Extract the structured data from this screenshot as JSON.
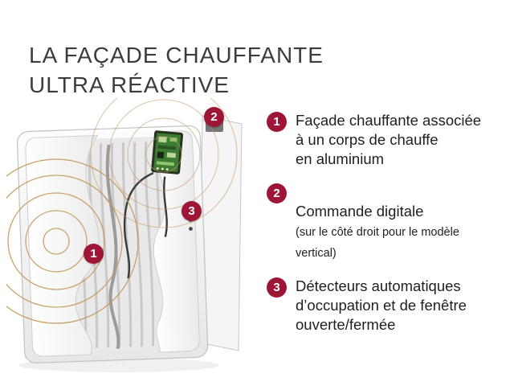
{
  "title": {
    "line1": "LA FAÇADE CHAUFFANTE",
    "line2": "ULTRA RÉACTIVE"
  },
  "colors": {
    "badge": "#9e1636",
    "heat_rings": "#c49a5e"
  },
  "diagram": {
    "description": "cutaway-heater-illustration",
    "markers": [
      {
        "number": "2"
      },
      {
        "number": "3"
      },
      {
        "number": "1"
      }
    ]
  },
  "legend": {
    "items": [
      {
        "number": "1",
        "text": "Façade chauffante associée\nà un corps de chauffe\nen aluminium"
      },
      {
        "number": "2",
        "text_main": "Commande digitale",
        "text_note": "(sur le côté droit pour le modèle vertical)"
      },
      {
        "number": "3",
        "text": "Détecteurs automatiques\nd’occupation et de fenêtre\nouverte/fermée"
      }
    ]
  }
}
